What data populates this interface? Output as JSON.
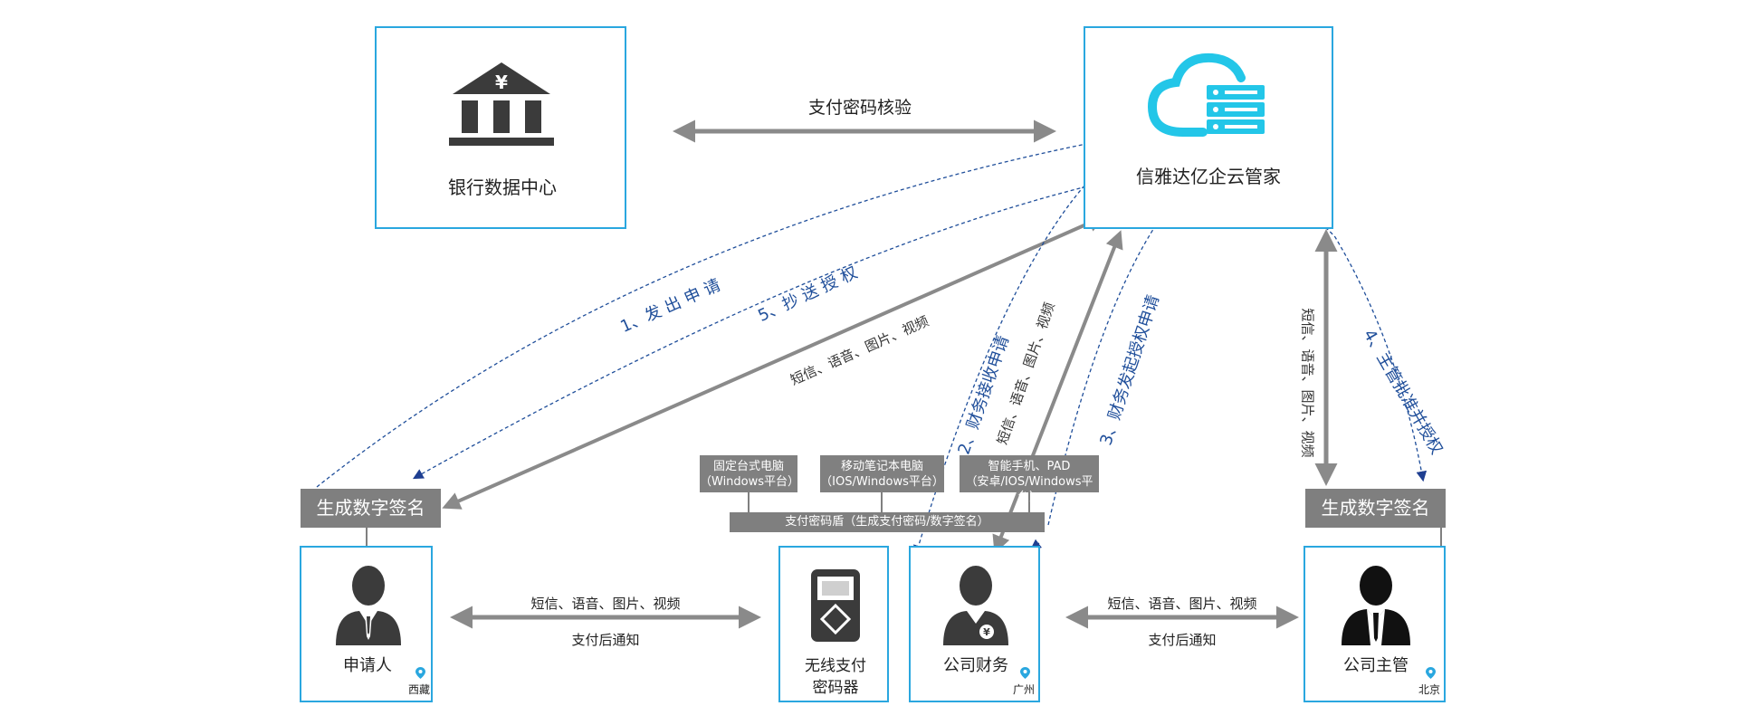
{
  "nodes": {
    "bank": {
      "label": "银行数据中心"
    },
    "cloud": {
      "label": "信雅达亿企云管家"
    },
    "applicant": {
      "label": "申请人",
      "location": "西藏",
      "sign_tag": "生成数字签名"
    },
    "wireless": {
      "label_line1": "无线支付",
      "label_line2": "密码器"
    },
    "finance": {
      "label": "公司财务",
      "location": "广州"
    },
    "manager": {
      "label": "公司主管",
      "location": "北京",
      "sign_tag": "生成数字签名"
    }
  },
  "devices": [
    {
      "line1": "固定台式电脑",
      "line2": "（Windows平台）"
    },
    {
      "line1": "移动笔记本电脑",
      "line2": "（IOS/Windows平台）"
    },
    {
      "line1": "智能手机、PAD",
      "line2": "（安卓/IOS/Windows平台）"
    }
  ],
  "bar_label": "支付密码盾（生成支付密码/数字签名）",
  "edges": {
    "bank_cloud": "支付密码核验",
    "step1": "1、发 出 申 请",
    "step5": "5、抄 送 授 权",
    "applicant_cloud_channels": "短信、语音、图片、视频",
    "step2": "2、财务接收申请",
    "finance_cloud_channels": "短信、语音、图片、视频",
    "step3": "3、财务发起授权申请",
    "manager_cloud_channels": "短信、语音、图片、视频",
    "step4": "4、主管批准并授权",
    "applicant_wireless_top": "短信、语音、图片、视频",
    "applicant_wireless_bottom": "支付后通知",
    "finance_manager_top": "短信、语音、图片、视频",
    "finance_manager_bottom": "支付后通知"
  },
  "colors": {
    "box_border": "#2aa7df",
    "gray_arrow": "#8a8a8a",
    "dashed_blue": "#1f4e9a",
    "tag_gray": "#7f7f7f",
    "cloud_cyan": "#23c6e8"
  }
}
